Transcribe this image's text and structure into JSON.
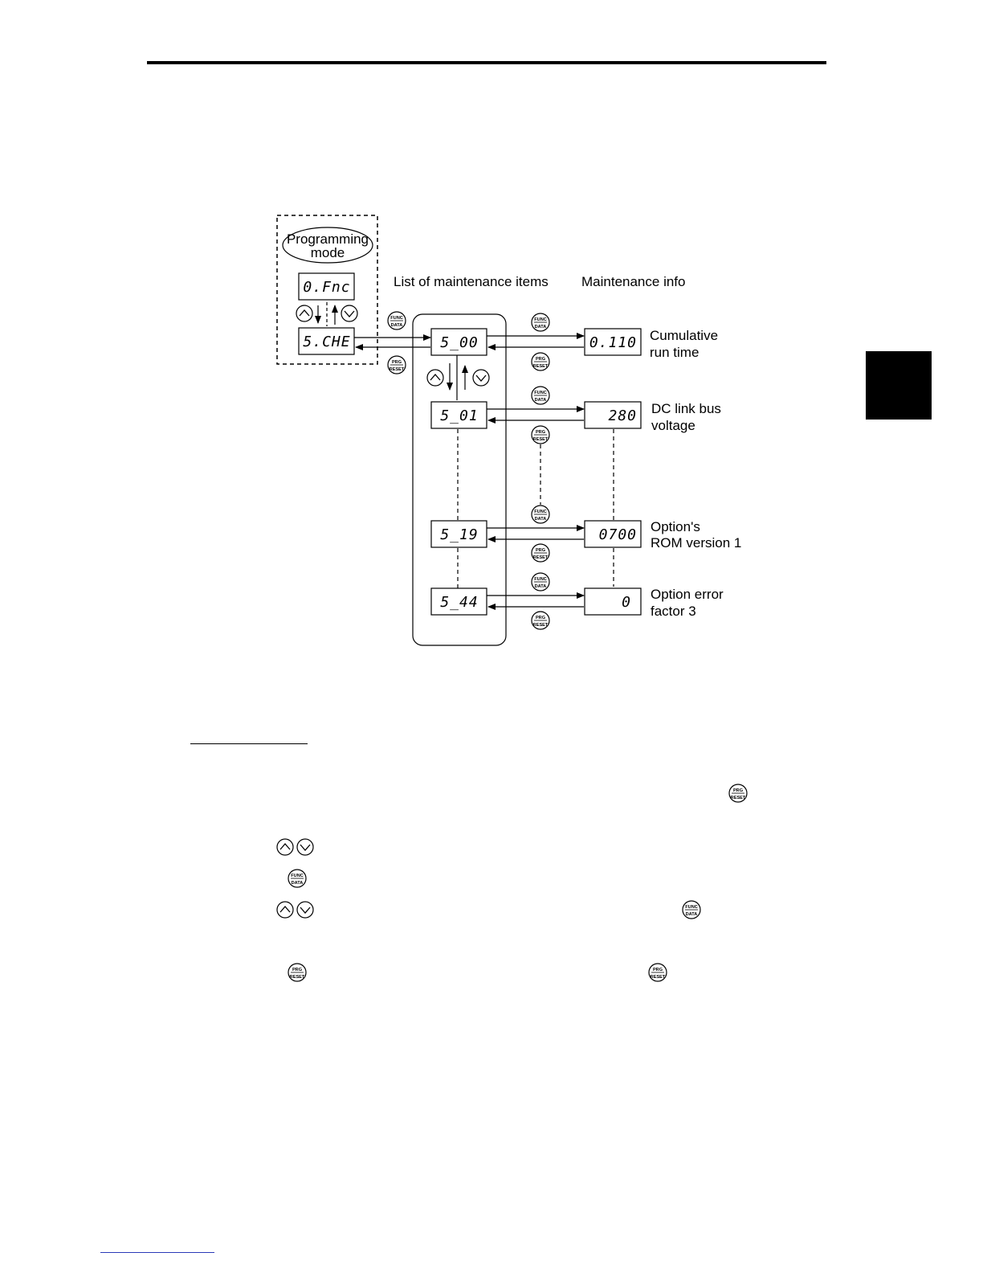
{
  "diagram": {
    "programming_mode": {
      "title_line1": "Programming",
      "title_line2": "mode",
      "display_top": "0.Fnc",
      "display_bottom": "5.CHE"
    },
    "list_header": "List of maintenance items",
    "info_header": "Maintenance info",
    "items": [
      {
        "code": "5_00",
        "value": "0.110",
        "label_line1": "Cumulative",
        "label_line2": "run time"
      },
      {
        "code": "5_01",
        "value": "280",
        "label_line1": "DC link bus",
        "label_line2": "voltage"
      },
      {
        "code": "5_19",
        "value": "0700",
        "label_line1": "Option's",
        "label_line2": "ROM version 1"
      },
      {
        "code": "5_44",
        "value": "0",
        "label_line1": "Option error",
        "label_line2": "factor 3"
      }
    ],
    "buttons": {
      "func_top": "FUNC",
      "func_bottom": "DATA",
      "prg_top": "PRG",
      "prg_bottom": "RESET"
    }
  },
  "icons": [
    "up-key-icon",
    "down-key-icon",
    "func-data-key-icon",
    "prg-reset-key-icon"
  ]
}
